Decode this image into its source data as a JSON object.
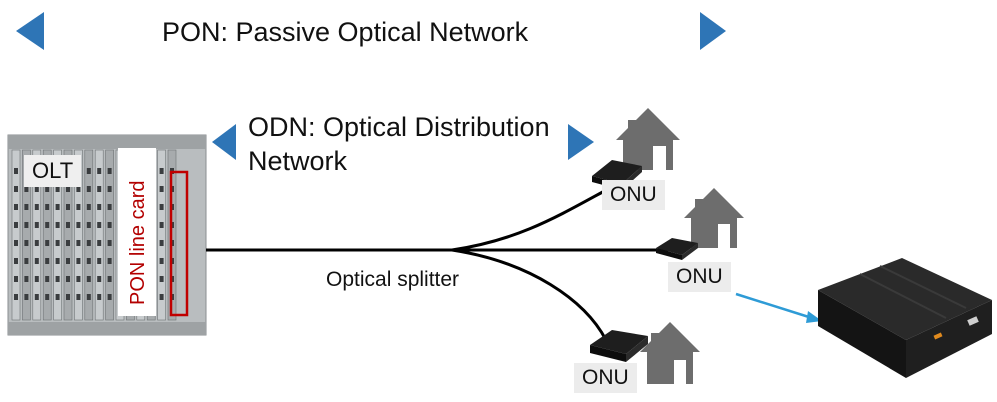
{
  "diagram": {
    "pon_title": "PON: Passive Optical Network",
    "odn_title": "ODN: Optical Distribution Network",
    "olt_label": "OLT",
    "pon_card_label": "PON line card",
    "splitter_label": "Optical splitter",
    "onu_labels": [
      "ONU",
      "ONU",
      "ONU"
    ]
  },
  "colors": {
    "arrow_blue": "#2e75b6",
    "card_red": "#c00000",
    "house_gray": "#6d6d6d",
    "connector_blue": "#2e9bd6",
    "fiber": "#000000"
  },
  "icons": [
    "arrow-left-icon",
    "arrow-right-icon",
    "house-icon",
    "onu-device-icon",
    "router-device-icon"
  ]
}
